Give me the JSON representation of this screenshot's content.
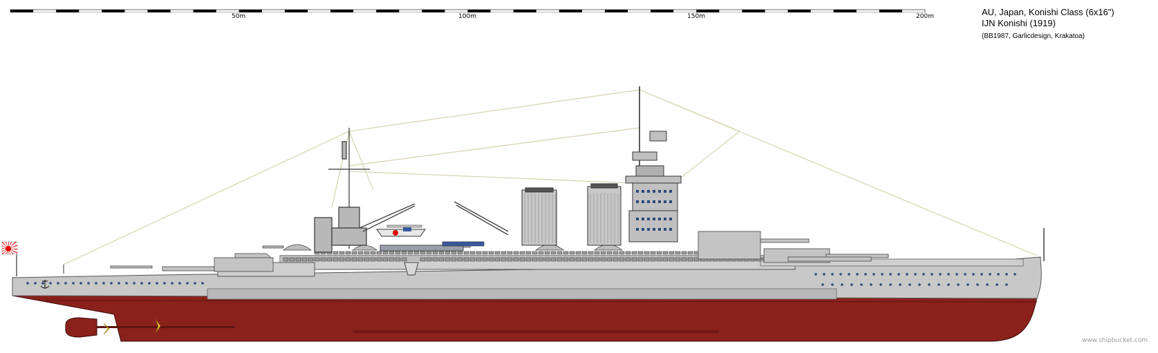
{
  "scale_bar": {
    "labels": [
      "50m",
      "100m",
      "150m",
      "200m"
    ]
  },
  "header": {
    "line1": "AU, Japan, Konishi Class (6x16\")",
    "line2": "IJN Konishi (1919)",
    "credits": "(BB1987, Garlicdesign, Krakatoa)"
  },
  "watermark": "www.shipbucket.com",
  "colors": {
    "hull_lower": "#8b211b",
    "hull_upper": "#c8c8c8",
    "superstructure": "#c0c0c0",
    "rigging": "#d6d2b0",
    "flag_red": "#e60000"
  },
  "icons": [
    "rising-sun-flag-icon",
    "anchor-icon",
    "propeller-icon",
    "floatplane-icon"
  ]
}
